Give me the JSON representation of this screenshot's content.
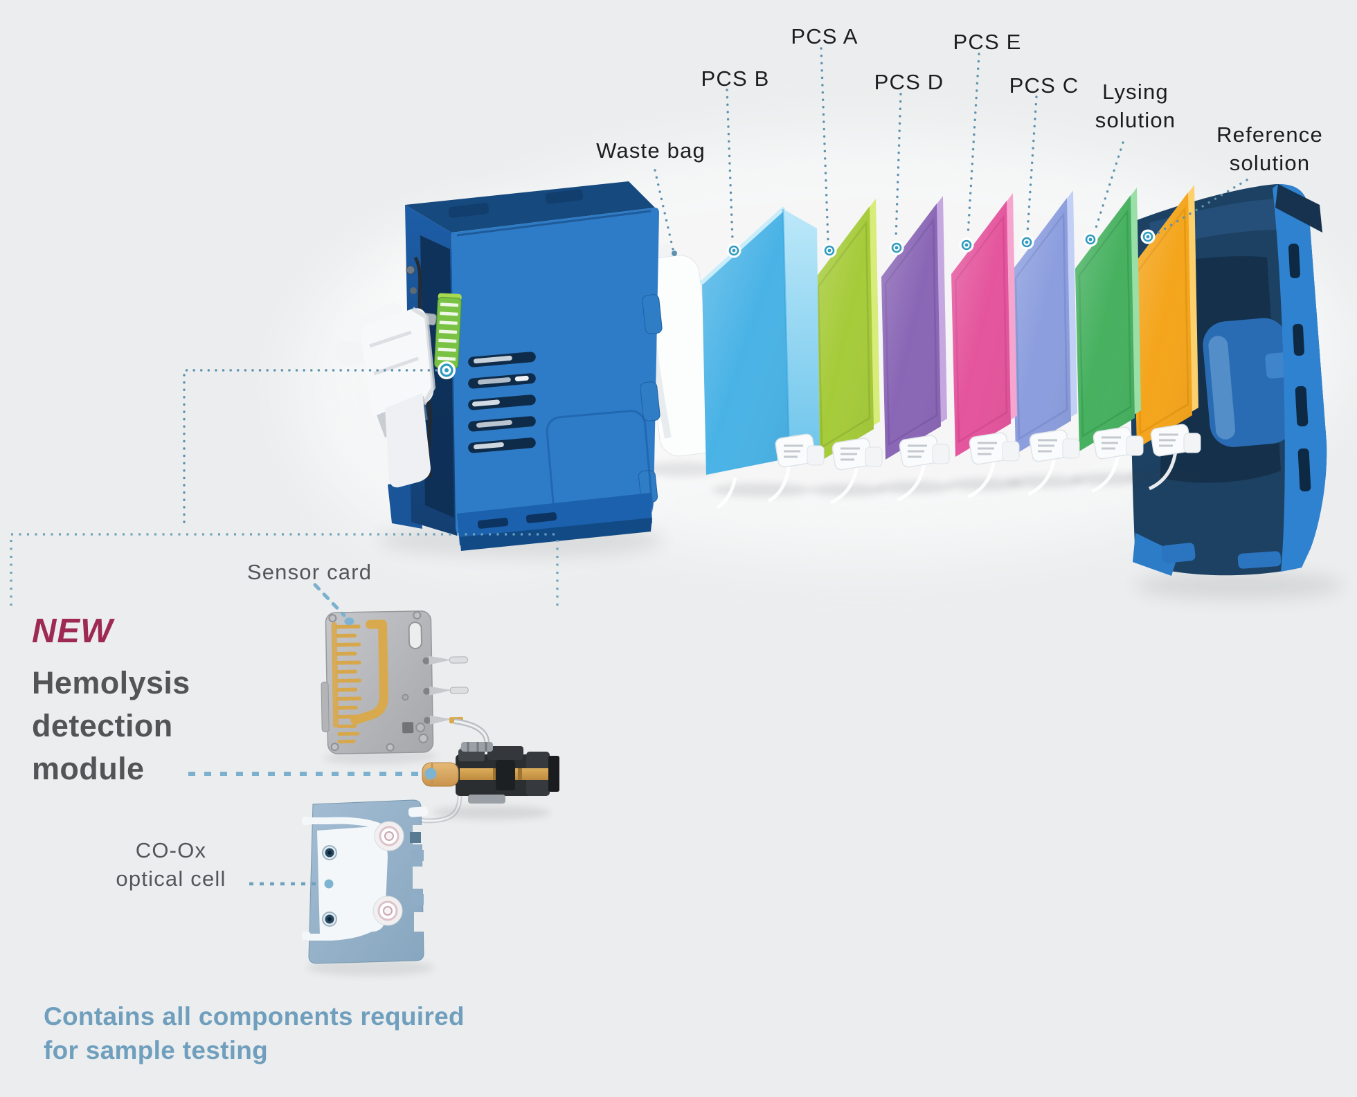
{
  "page": {
    "background_color": "#ebedee"
  },
  "callouts": {
    "waste_bag": "Waste bag",
    "pcs_b": "PCS B",
    "pcs_a": "PCS A",
    "pcs_d": "PCS D",
    "pcs_e": "PCS E",
    "pcs_c": "PCS C",
    "lysing_solution": "Lysing\nsolution",
    "reference_solution": "Reference\nsolution",
    "sensor_card": "Sensor card",
    "coox_optical_cell": "CO-Ox\noptical cell"
  },
  "highlight": {
    "badge": "NEW",
    "badge_color": "#9e2a52",
    "title": "Hemolysis\ndetection\nmodule",
    "title_color": "#545457"
  },
  "footer": {
    "caption": "Contains all components required\nfor sample testing",
    "color": "#6f9fbd"
  },
  "cartridges": [
    {
      "id": "waste-bag",
      "label": "Waste bag",
      "color": "#fcfdfd"
    },
    {
      "id": "pcs-b",
      "label": "PCS B",
      "color": "#4ab3e6",
      "tint": "#aee2f7",
      "shade": "#2d9ed9"
    },
    {
      "id": "pcs-a",
      "label": "PCS A",
      "color": "#a6cb3a",
      "tint": "#d8ec7a",
      "shade": "#86a82c"
    },
    {
      "id": "pcs-d",
      "label": "PCS D",
      "color": "#8a67b6",
      "tint": "#c5a8e0",
      "shade": "#6f4f9b"
    },
    {
      "id": "pcs-e",
      "label": "PCS E",
      "color": "#e4559d",
      "tint": "#f6a6ce",
      "shade": "#c93f85"
    },
    {
      "id": "pcs-c",
      "label": "PCS C",
      "color": "#8c9ede",
      "tint": "#c3d0f5",
      "shade": "#6f7fc4"
    },
    {
      "id": "lysing-solution",
      "label": "Lysing solution",
      "color": "#47b160",
      "tint": "#9adfa8",
      "shade": "#2f9148"
    },
    {
      "id": "reference-solution",
      "label": "Reference solution",
      "color": "#f4a51c",
      "tint": "#fdd06e",
      "shade": "#d88a07"
    }
  ],
  "device_colors": {
    "front": "#2e7cc7",
    "top": "#16497e",
    "end_cap_interior": "#1c4163",
    "end_cap_rim": "#2e82cf",
    "grille_green": "#79c244",
    "port_teal": "#2f9bbf"
  },
  "leader_style": {
    "fine_dot_color": "#5c92ae",
    "bracket_dot_color": "#6ba2bd",
    "dash_color": "#7cb0cf",
    "end_dot_color": "#7fb3d2"
  }
}
